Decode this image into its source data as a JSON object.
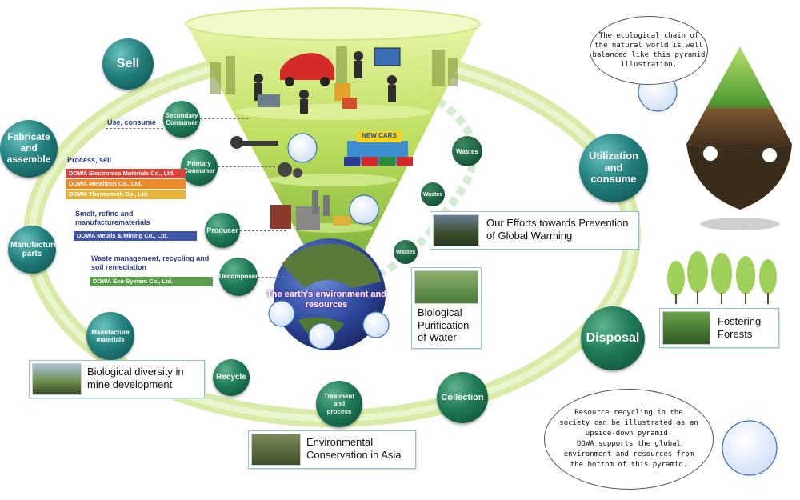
{
  "cycle_nodes": {
    "sell": "Sell",
    "fabricate": "Fabricate and assemble",
    "manufacture_parts": "Manufacture parts",
    "manufacture_materials": "Manufacture materials",
    "recycle": "Recycle",
    "treatment": "Treatment and process",
    "collection": "Collection",
    "disposal": "Disposal",
    "utilization": "Utilization and consume"
  },
  "pyramid_levels": {
    "secondary_consumer": "Secondary Consumer",
    "primary_consumer": "Primary Consumer",
    "producer": "Producer",
    "decomposer": "Decomposer",
    "earth_label": "The earth's environment and resources",
    "new_cars_sign": "NEW CARS"
  },
  "side_labels": {
    "use_consume": "Use, consume",
    "process_sell": "Process, sell",
    "smelt": "Smelt, refine and manufacturematerials",
    "waste_mgmt": "Waste management, recycling and soil remediation"
  },
  "companies": {
    "electronics": "DOWA Electronics Materials Co., Ltd.",
    "metaltech": "DOWA Metaltech Co., Ltd.",
    "thermotech": "DOWA Thermotech Co., Ltd.",
    "metals_mining": "DOWA Metals & Mining Co., Ltd.",
    "eco_system": "DOWA Eco-System Co., Ltd."
  },
  "wastes": {
    "w1": "Wastes",
    "w2": "Wastes",
    "w3": "Wastes"
  },
  "cards": {
    "global_warming": "Our Efforts towards Prevention of Global Warming",
    "water": "Biological Purification of Water",
    "forests": "Fostering Forests",
    "mine": "Biological diversity in mine development",
    "asia": "Environmental Conservation in Asia"
  },
  "bubbles": {
    "top": "The ecological chain of\nthe natural world is well\nbalanced like this pyramid\nillustration.",
    "bottom": "Resource recycling in the\nsociety can be illustrated as an\nupside-down pyramid.\nDOWA supports the global\nenvironment and resources from\nthe bottom of this pyramid."
  },
  "colors": {
    "ring": "#c8e39a",
    "node_green": "#1f7a57",
    "node_teal": "#22807d",
    "electronics_bar": "#d8443a",
    "metaltech_bar": "#e98a2b",
    "thermotech_bar": "#e6b43a",
    "metals_bar": "#3e55a8",
    "eco_bar": "#5a9e4c"
  }
}
